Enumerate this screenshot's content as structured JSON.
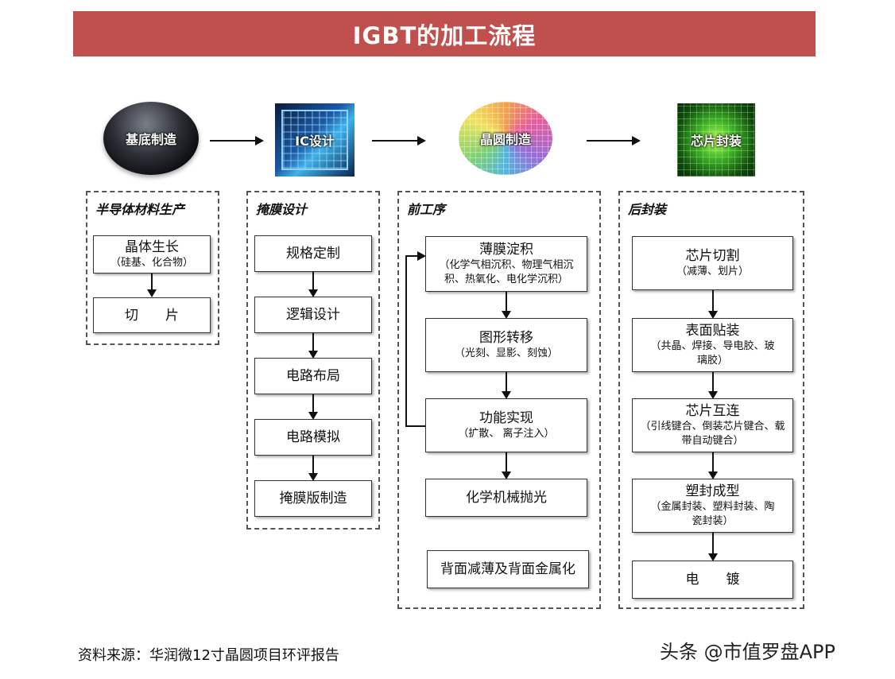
{
  "title": "IGBT的加工流程",
  "stages": [
    {
      "label": "基底制造"
    },
    {
      "label": "IC设计"
    },
    {
      "label": "晶圆制造"
    },
    {
      "label": "芯片封装"
    }
  ],
  "groups": {
    "g1": {
      "title": "半导体材料生产",
      "steps": [
        {
          "main": "晶体生长",
          "sub": "（硅基、化合物）"
        },
        {
          "main": "切　　片"
        }
      ]
    },
    "g2": {
      "title": "掩膜设计",
      "steps": [
        {
          "main": "规格定制"
        },
        {
          "main": "逻辑设计"
        },
        {
          "main": "电路布局"
        },
        {
          "main": "电路模拟"
        },
        {
          "main": "掩膜版制造"
        }
      ]
    },
    "g3": {
      "title": "前工序",
      "steps": [
        {
          "main": "薄膜淀积",
          "sub": "（化学气相沉积、物理气相沉积、热氧化、电化学沉积）"
        },
        {
          "main": "图形转移",
          "sub": "（光刻、显影、刻蚀）"
        },
        {
          "main": "功能实现",
          "sub": "（扩散、 离子注入）"
        },
        {
          "main": "化学机械抛光"
        },
        {
          "main": "背面减薄及背面金属化"
        }
      ]
    },
    "g4": {
      "title": "后封装",
      "steps": [
        {
          "main": "芯片切割",
          "sub": "（减薄、划片）"
        },
        {
          "main": "表面贴装",
          "sub": "（共晶、焊接、导电胶、玻璃胶）"
        },
        {
          "main": "芯片互连",
          "sub": "（引线键合、倒装芯片键合、载带自动键合）"
        },
        {
          "main": "塑封成型",
          "sub": "（金属封装、塑料封装、陶瓷封装）"
        },
        {
          "main": "电　　镀"
        }
      ]
    }
  },
  "footer": {
    "source": "资料来源：华润微12寸晶圆项目环评报告",
    "watermark": "头条 @市值罗盘APP"
  }
}
